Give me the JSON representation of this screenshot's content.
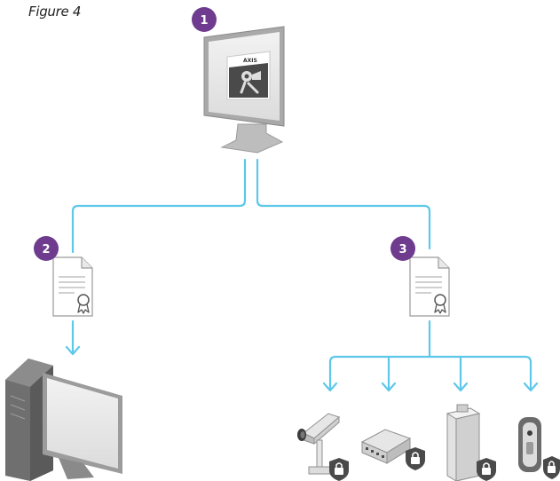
{
  "figure": {
    "caption": "Figure 4",
    "logo_text": "AXIS"
  },
  "badges": [
    {
      "label": "1"
    },
    {
      "label": "2"
    },
    {
      "label": "3"
    }
  ],
  "colors": {
    "connector": "#5ec8ea",
    "badge": "#6e3b8f",
    "lock": "#4a4a4a"
  },
  "icons": [
    "admin-monitor-icon",
    "server-certificate-icon",
    "device-certificate-icon",
    "workstation-icon",
    "bullet-camera-icon",
    "io-module-icon",
    "intercom-icon",
    "door-station-icon",
    "lock-icon"
  ]
}
